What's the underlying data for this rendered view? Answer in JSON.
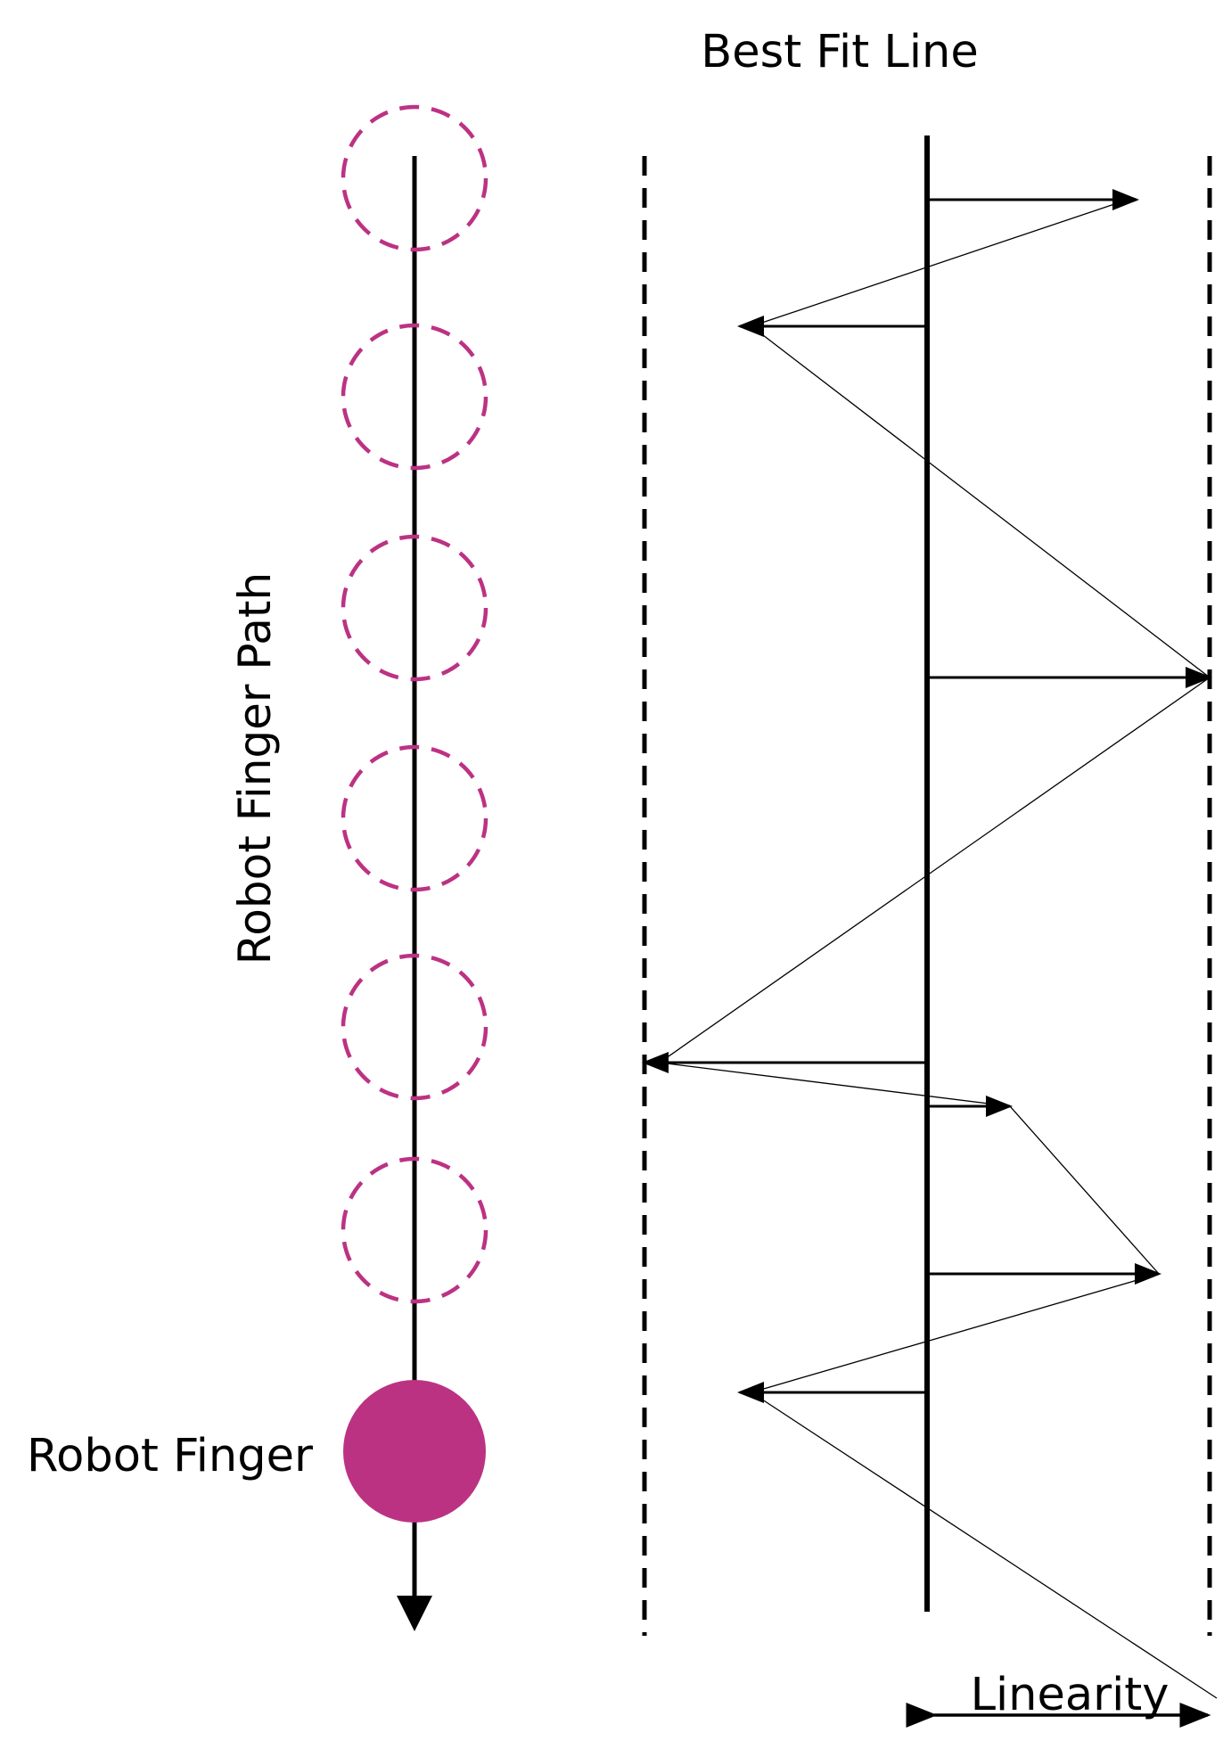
{
  "labels": {
    "best_fit_line": "Best Fit Line",
    "robot_finger_path": "Robot Finger Path",
    "robot_finger": "Robot Finger",
    "linearity": "Linearity"
  },
  "colors": {
    "finger": "#bc3283",
    "ink": "#000000",
    "background": "#ffffff"
  }
}
